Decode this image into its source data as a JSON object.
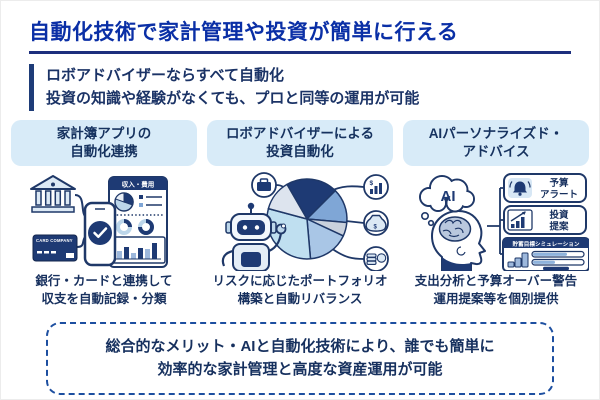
{
  "colors": {
    "title_blue": "#0a2fa6",
    "underline_navy": "#1c2f7d",
    "text_navy": "#17305e",
    "pill_bg": "#d8ebf8",
    "illustration_line_navy": "#1f3868",
    "illustration_fill_navy": "#1e3a74",
    "illustration_light_blue": "#bcd6ea",
    "dashed_border_blue": "#1d4fa0"
  },
  "title": "自動化技術で家計管理や投資が簡単に行える",
  "subtitle": {
    "line1": "ロボアドバイザーならすべて自動化",
    "line2": "投資の知識や経験がなくても、プロと同等の運用が可能"
  },
  "columns": [
    {
      "header_line1": "家計簿アプリの",
      "header_line2": "自動化連携",
      "caption_line1": "銀行・カードと連携して",
      "caption_line2": "収支を自動記録・分類",
      "card_label": "CARD COMPANY",
      "app_header": "収入・費用",
      "icons": [
        "bank-icon",
        "credit-card-icon",
        "smartphone-check-icon",
        "budget-app-panel"
      ]
    },
    {
      "header_line1": "ロボアドバイザーによる",
      "header_line2": "投資自動化",
      "caption_line1": "リスクに応じたポートフォリオ",
      "caption_line2": "構築と自動リバランス",
      "icons": [
        "robot-icon",
        "portfolio-pie-chart",
        "briefcase-icon",
        "growth-chart-icon",
        "money-bag-icon",
        "coins-icon"
      ]
    },
    {
      "header_line1": "AIパーソナライズド・",
      "header_line2": "アドバイス",
      "caption_line1": "支出分析と予算オーバー警告",
      "caption_line2": "運用提案等を個別提供",
      "thought_label": "AI",
      "box1_line1": "予算",
      "box1_line2": "アラート",
      "box2_line1": "投資",
      "box2_line2": "提案",
      "box3_header": "貯蓄目標シミュレーション",
      "icons": [
        "ai-thought-bubble",
        "human-head-brain-icon",
        "bell-icon",
        "bar-chart-icon",
        "coin-stack-icon"
      ]
    }
  ],
  "footer": {
    "line1": "総合的なメリット・AIと自動化技術により、誰でも簡単に",
    "line2": "効率的な家計管理と高度な資産運用が可能"
  }
}
